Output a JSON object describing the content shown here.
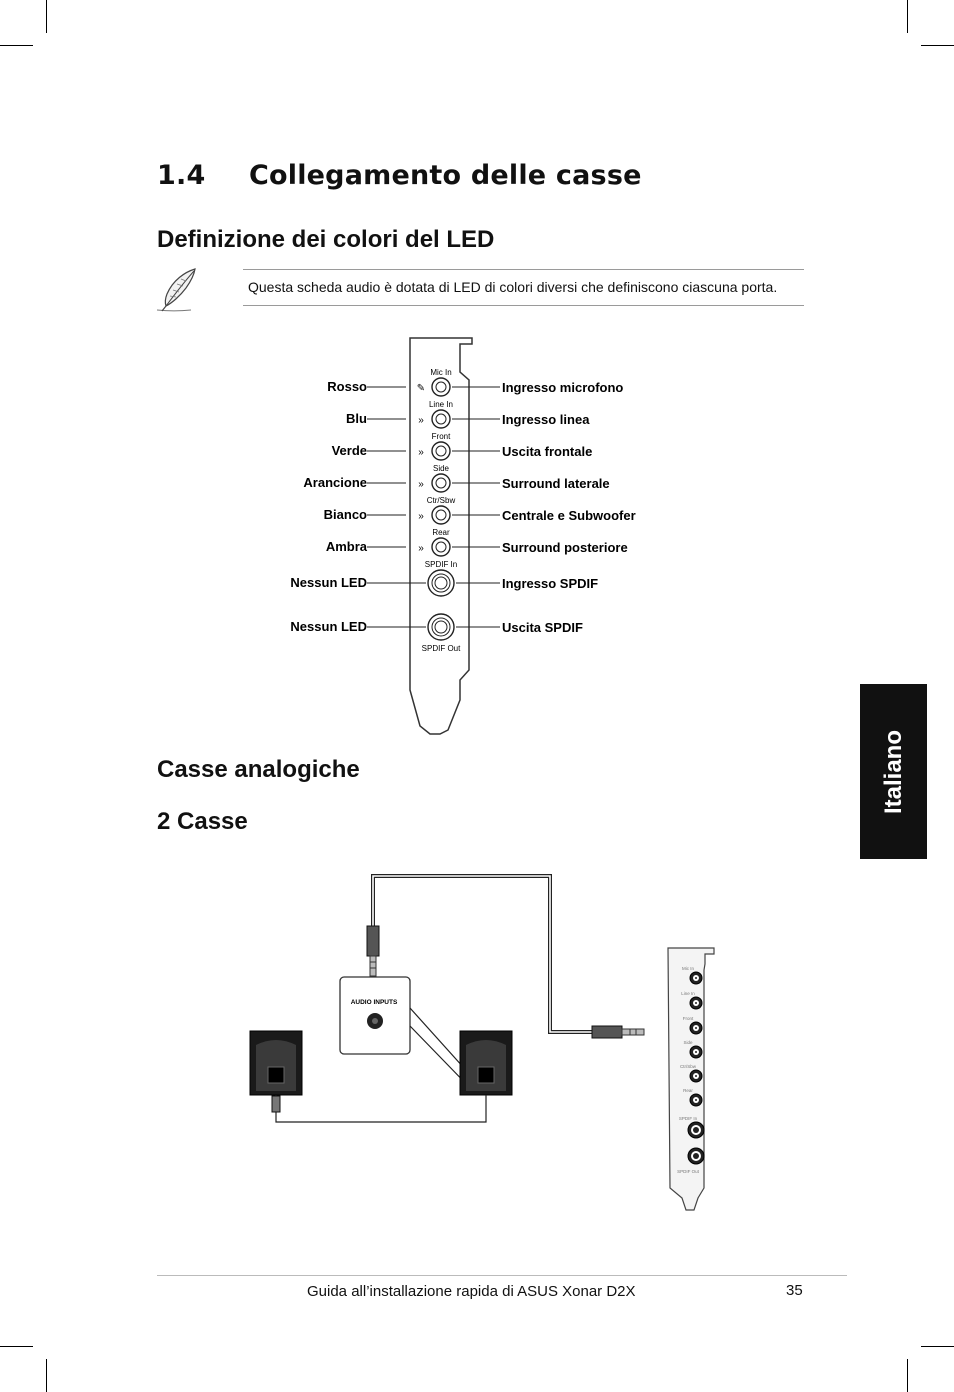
{
  "section": {
    "number": "1.4",
    "title": "Collegamento delle casse"
  },
  "led_section": {
    "heading": "Definizione dei colori del LED",
    "note": "Questa scheda audio è dotata di LED di colori diversi che definiscono ciascuna porta."
  },
  "led_diagram": {
    "bracket_labels": [
      "Mic In",
      "Line In",
      "Front",
      "Side",
      "Ctr/Sbw",
      "Rear",
      "SPDIF In",
      "SPDIF Out"
    ],
    "left_labels": [
      "Rosso",
      "Blu",
      "Verde",
      "Arancione",
      "Bianco",
      "Ambra",
      "Nessun LED",
      "Nessun LED"
    ],
    "right_labels": [
      "Ingresso microfono",
      "Ingresso linea",
      "Uscita frontale",
      "Surround laterale",
      "Centrale e Subwoofer",
      "Surround posteriore",
      "Ingresso SPDIF",
      "Uscita SPDIF"
    ]
  },
  "analog_section": {
    "heading": "Casse analogiche",
    "subheading": "2 Casse"
  },
  "speaker_diagram": {
    "audio_inputs_label": "AUDIO INPUTS",
    "bracket_labels": [
      "Mic In",
      "Line In",
      "Front",
      "Side",
      "Ctr/Sbw",
      "Rear",
      "SPDIF In",
      "SPDIF Out"
    ]
  },
  "side_tab": {
    "label": "Italiano"
  },
  "footer": {
    "title": "Guida all’installazione rapida di ASUS Xonar D2X",
    "page_number": "35"
  }
}
